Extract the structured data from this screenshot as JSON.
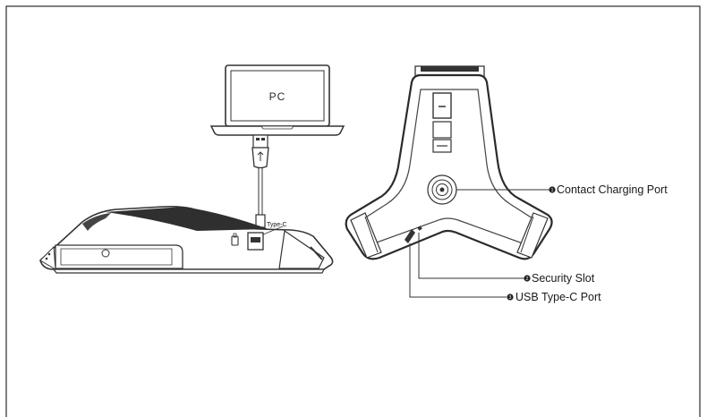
{
  "diagram": {
    "pc_label": "PC",
    "type_c_label": "Type-C",
    "callouts": [
      {
        "id": "contact-charging-port",
        "number": "1",
        "label": "Contact Charging Port"
      },
      {
        "id": "security-slot",
        "number": "2",
        "label": "Security Slot"
      },
      {
        "id": "usb-type-c-port",
        "number": "3",
        "label": "USB Type-C Port"
      }
    ]
  }
}
